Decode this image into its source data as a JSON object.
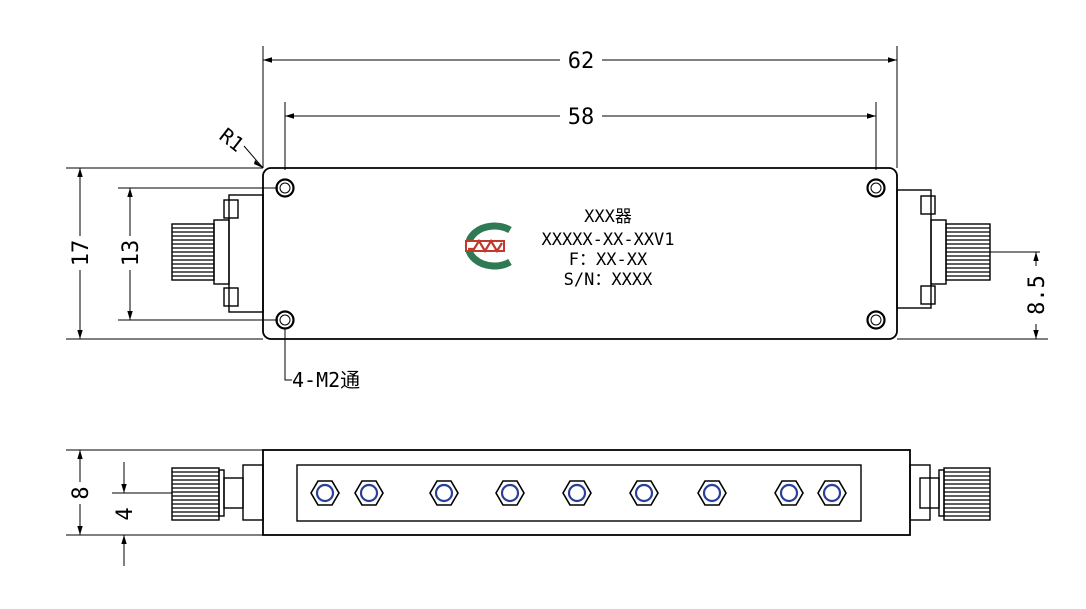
{
  "top_view": {
    "overall_width": "62",
    "hole_spacing": "58",
    "corner_radius": "R1",
    "overall_height": "17",
    "hole_pitch_vertical": "13",
    "connector_offset": "8.5",
    "mounting_holes": "4-M2通",
    "label": {
      "line1": "XXX器",
      "line2": "XXXXX-XX-XXV1",
      "line3": "F：XX-XX",
      "line4": "S/N：XXXX"
    }
  },
  "side_view": {
    "height": "8",
    "connector_height": "4",
    "tuning_screw_count": 9
  }
}
